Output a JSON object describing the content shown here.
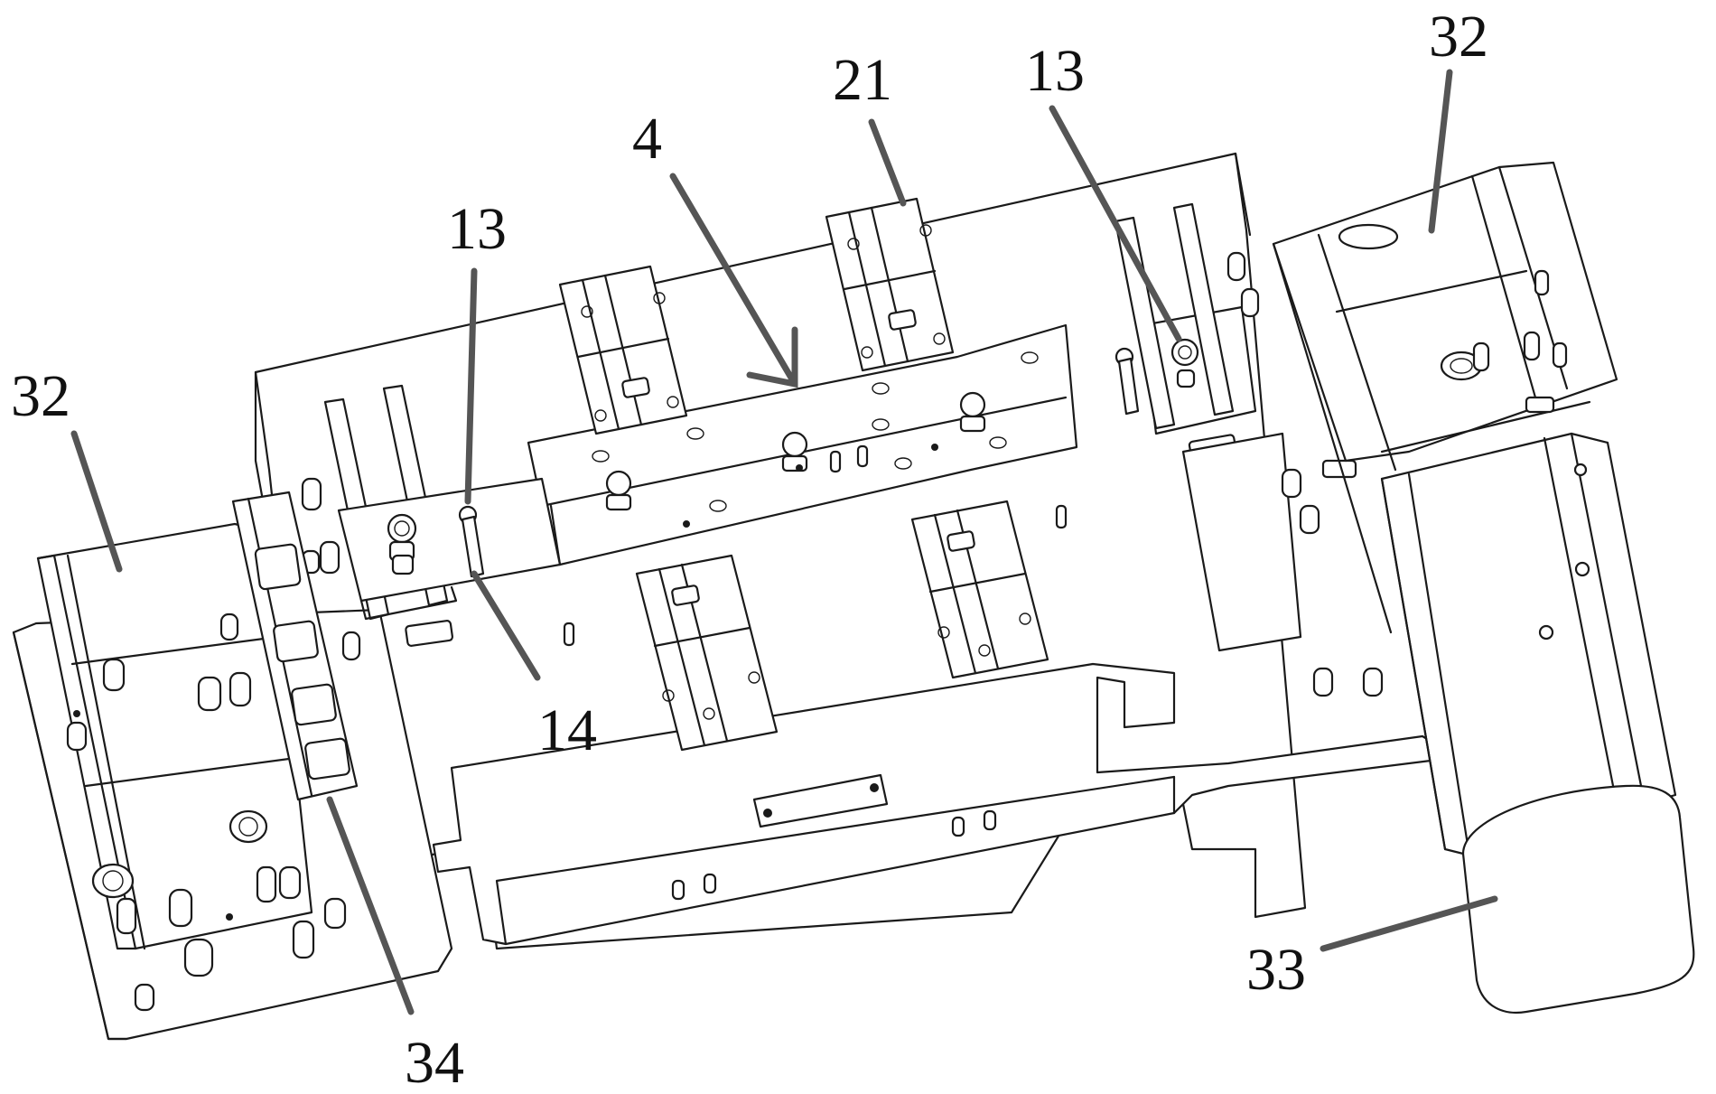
{
  "figure": {
    "reference_labels": [
      {
        "id": "label-32-right",
        "text": "32"
      },
      {
        "id": "label-21",
        "text": "21"
      },
      {
        "id": "label-13-right",
        "text": "13"
      },
      {
        "id": "label-4",
        "text": "4"
      },
      {
        "id": "label-13-left",
        "text": "13"
      },
      {
        "id": "label-32-left",
        "text": "32"
      },
      {
        "id": "label-14",
        "text": "14"
      },
      {
        "id": "label-34",
        "text": "34"
      },
      {
        "id": "label-33",
        "text": "33"
      }
    ]
  }
}
